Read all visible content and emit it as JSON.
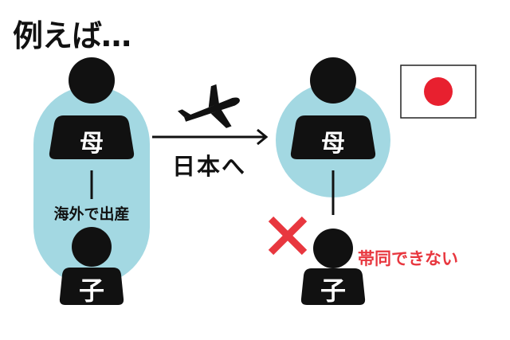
{
  "title": "例えば…",
  "colors": {
    "bubble": "#a3d8e2",
    "figure": "#111111",
    "red": "#e8373f",
    "flag_red": "#e8202f"
  },
  "left_group": {
    "mother_label": "母",
    "relation_label": "海外で出産",
    "child_label": "子"
  },
  "transition": {
    "icon": "airplane-icon",
    "label": "日本へ"
  },
  "right_group": {
    "mother_label": "母",
    "child_label": "子",
    "status_icon": "cross-icon",
    "status_label": "帯同できない"
  },
  "flag": {
    "icon": "japan-flag-icon"
  }
}
